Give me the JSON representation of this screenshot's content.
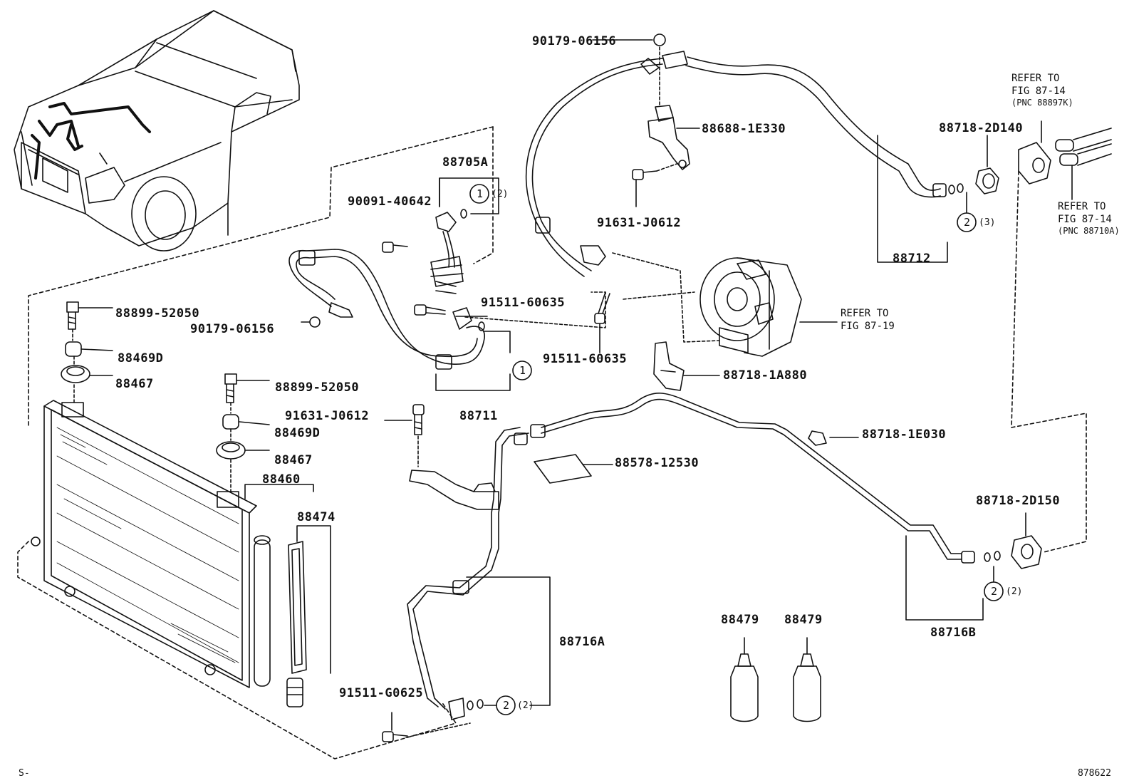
{
  "diagram": {
    "part_labels": {
      "p90179_top": "90179-06156",
      "p88688": "88688-1E330",
      "p91631_top": "91631-J0612",
      "p88718_2D140": "88718-2D140",
      "p88712": "88712",
      "p88705A": "88705A",
      "p90091": "90091-40642",
      "p91511_a": "91511-60635",
      "p91511_b": "91511-60635",
      "p90179_mid": "90179-06156",
      "p88711": "88711",
      "p88718_1A880": "88718-1A880",
      "p88899_a": "88899-52050",
      "p88469D_a": "88469D",
      "p88467_a": "88467",
      "p88899_b": "88899-52050",
      "p91631_mid": "91631-J0612",
      "p88469D_b": "88469D",
      "p88467_b": "88467",
      "p88460": "88460",
      "p88474": "88474",
      "p88578": "88578-12530",
      "p88718_1E030": "88718-1E030",
      "p88718_2D150": "88718-2D150",
      "p88716A": "88716A",
      "p88716B": "88716B",
      "p88479_a": "88479",
      "p88479_b": "88479",
      "p91511_G0625": "91511-G0625"
    },
    "refs": {
      "fig8714_a": [
        "REFER TO",
        "FIG 87-14",
        "(PNC 88897K)"
      ],
      "fig8714_b": [
        "REFER TO",
        "FIG 87-14",
        "(PNC 88710A)"
      ],
      "fig8719": [
        "REFER TO",
        "FIG 87-19"
      ]
    },
    "callouts": {
      "c1_top": "1",
      "c1_mid": "1",
      "c2_top": "2",
      "c2_right": "2",
      "c2_bottom": "2"
    },
    "quantities": {
      "q_c1_top": "(2)",
      "q_c2_top": "(3)",
      "q_c2_right": "(2)",
      "q_c2_bottom": "(2)"
    },
    "corner_left": "S-",
    "corner_right": "878622"
  }
}
